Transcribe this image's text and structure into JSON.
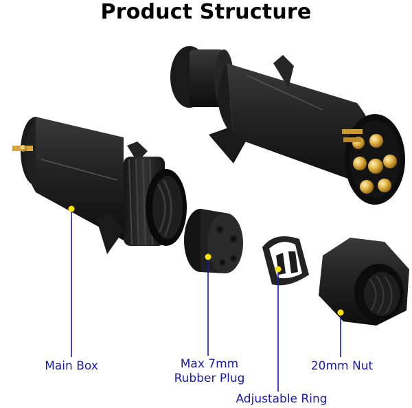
{
  "title": "Product Structure",
  "labels": {
    "main_box": "Main Box",
    "rubber_plug_line1": "Max 7mm",
    "rubber_plug_line2": "Rubber Plug",
    "adjustable_ring": "Adjustable Ring",
    "nut": "20mm Nut"
  },
  "colors": {
    "label": "#1a1aa8",
    "marker": "#ffe600",
    "plastic": "#1e1e1e",
    "brass": "#d4a640"
  }
}
